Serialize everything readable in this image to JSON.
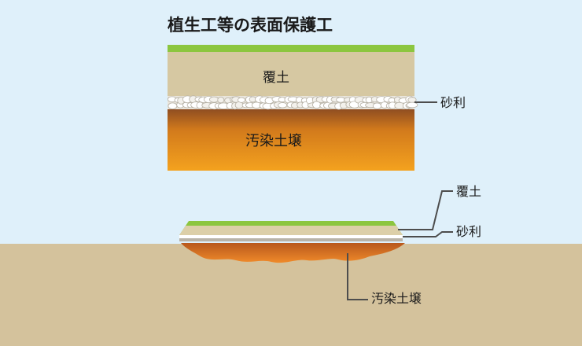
{
  "title": "植生工等の表面保護工",
  "upper_section": {
    "cover_label": "覆土",
    "gravel_label": "砂利",
    "contaminated_label": "汚染土壌"
  },
  "lower_section": {
    "cover_label": "覆土",
    "gravel_label": "砂利",
    "contaminated_label": "汚染土壌"
  },
  "colors": {
    "sky": "#dff0fa",
    "ground": "#d4c29c",
    "vegetation": "#8cc63f",
    "cover_soil": "#d6c8a2",
    "gravel": "#ffffff",
    "contaminated_top": "#8a4a22",
    "contaminated_bottom": "#f4a21e",
    "leader_line": "#4d4d4d"
  }
}
